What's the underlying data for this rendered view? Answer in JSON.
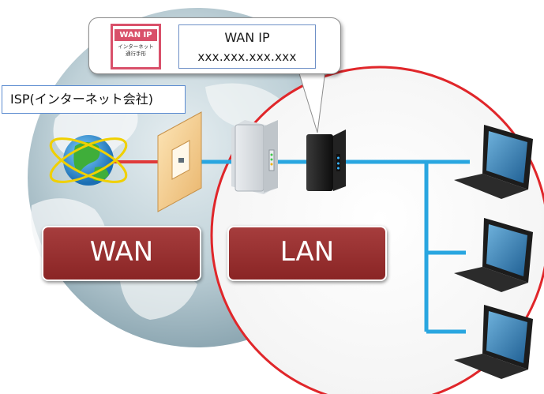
{
  "callout": {
    "badge_title": "WAN IP",
    "badge_sub_line1": "インターネット",
    "badge_sub_line2": "通行手形",
    "wan_ip_title": "WAN IP",
    "wan_ip_value": "xxx.xxx.xxx.xxx"
  },
  "isp_label": "ISP(インターネット会社)",
  "zones": {
    "wan": "WAN",
    "lan": "LAN"
  },
  "icons": [
    "globe-icon",
    "firewall-icon",
    "onu-icon",
    "router-icon",
    "laptop-icon"
  ],
  "colors": {
    "wan_link": "#e03a3a",
    "lan_link": "#29a6e0",
    "lan_circle": "#e0262a",
    "zone_bg": "#962f2f",
    "badge": "#d9506a"
  }
}
